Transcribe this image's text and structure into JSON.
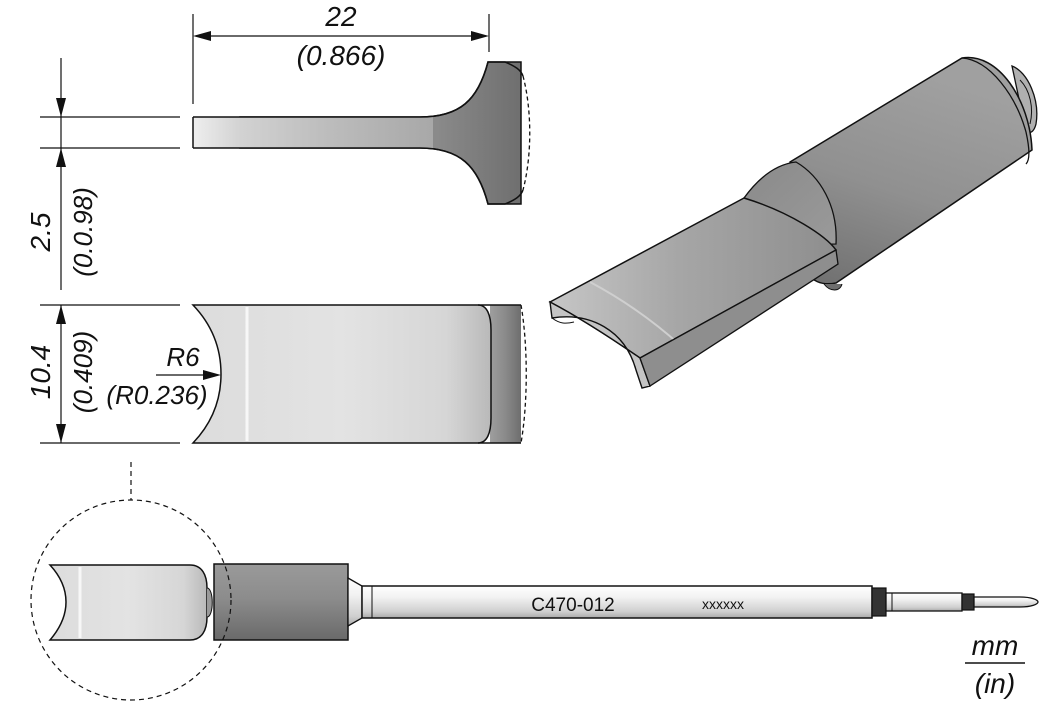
{
  "dimensions": {
    "width_mm": "22",
    "width_in": "(0.866)",
    "thickness_mm": "2.5",
    "thickness_in": "(0.0.98)",
    "height_mm": "10.4",
    "height_in": "(0.409)",
    "radius_mm": "R6",
    "radius_in": "(R0.236)"
  },
  "part": {
    "model": "C470-012",
    "serial": "xxxxxx"
  },
  "units": {
    "top": "mm",
    "bottom": "(in)"
  },
  "colors": {
    "line": "#111111",
    "metal_light": "#e4e4e4",
    "metal_mid": "#b4b4b4",
    "metal_dark": "#6e6e6e"
  }
}
